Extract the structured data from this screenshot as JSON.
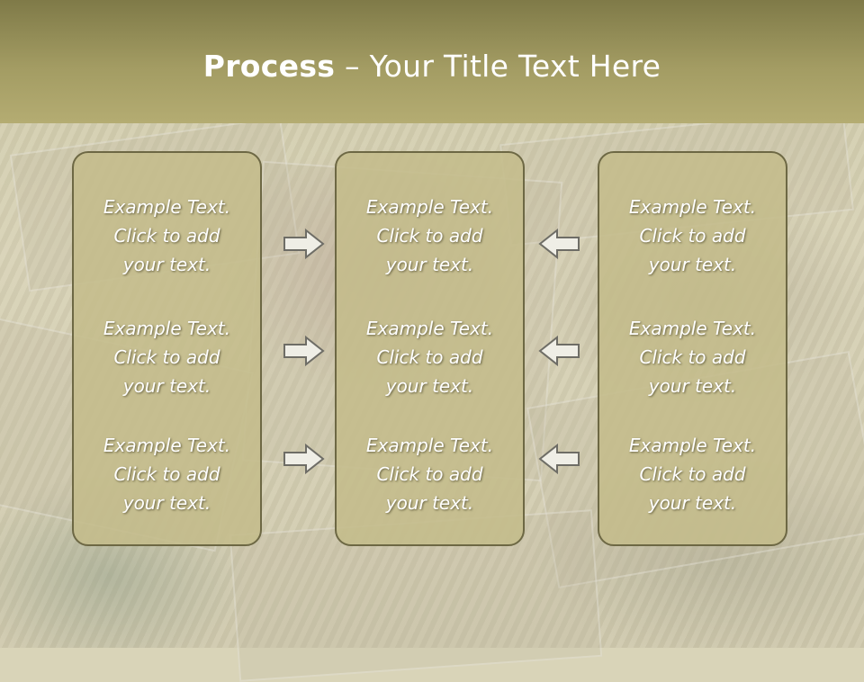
{
  "slide": {
    "title_bold": "Process",
    "title_rest": " – Your Title Text Here"
  },
  "columns": [
    {
      "cells": [
        {
          "line1": "Example Text.",
          "line2": "Click  to add",
          "line3": "your text."
        },
        {
          "line1": "Example Text.",
          "line2": "Click  to add",
          "line3": "your text."
        },
        {
          "line1": "Example Text.",
          "line2": "Click  to add",
          "line3": "your text."
        }
      ]
    },
    {
      "cells": [
        {
          "line1": "Example Text.",
          "line2": "Click  to add",
          "line3": "your text."
        },
        {
          "line1": "Example Text.",
          "line2": "Click  to add",
          "line3": "your text."
        },
        {
          "line1": "Example Text.",
          "line2": "Click  to add",
          "line3": "your text."
        }
      ]
    },
    {
      "cells": [
        {
          "line1": "Example Text.",
          "line2": "Click  to add",
          "line3": "your text."
        },
        {
          "line1": "Example Text.",
          "line2": "Click  to add",
          "line3": "your text."
        },
        {
          "line1": "Example Text.",
          "line2": "Click  to add",
          "line3": "your text."
        }
      ]
    }
  ],
  "arrows": {
    "left_group": "arrow-right-icon",
    "right_group": "arrow-left-icon"
  },
  "colors": {
    "header": "#a39c63",
    "box_fill": "#c4bc8b",
    "box_border": "#6d6844",
    "text": "#ffffff"
  }
}
